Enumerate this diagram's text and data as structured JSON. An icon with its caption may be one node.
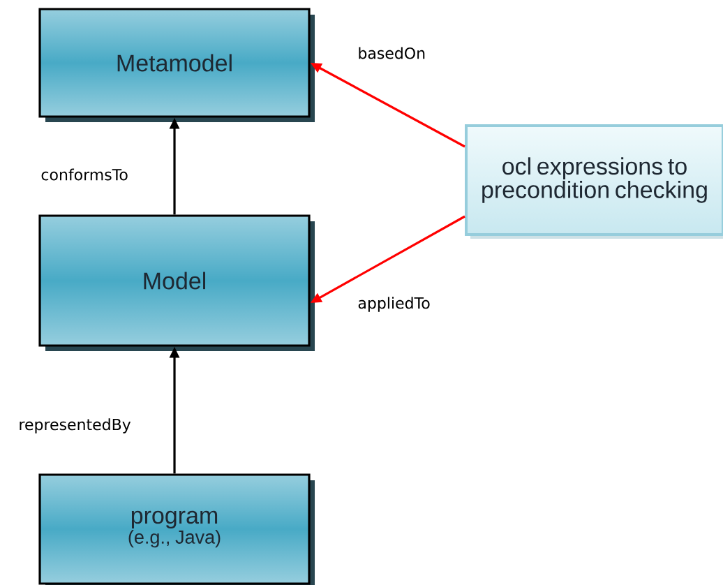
{
  "diagram": {
    "nodes": [
      {
        "text": [
          "Metamodel"
        ]
      },
      {
        "text": [
          "Model"
        ]
      },
      {
        "text": [
          "program",
          "(e.g., Java)"
        ]
      },
      {
        "text": [
          "ocl expressions to precondition checking"
        ]
      }
    ],
    "edges": [
      {
        "from": 1,
        "to": 0,
        "arrow": "to",
        "label": "conformsTo"
      },
      {
        "from": 2,
        "to": 1,
        "arrow": "to",
        "label": "representedBy"
      },
      {
        "from": 3,
        "to": 0,
        "arrow": "to",
        "label": "basedOn",
        "color": "#ff0000"
      },
      {
        "from": 3,
        "to": 1,
        "arrow": "to",
        "label": "appliedTo",
        "color": "#ff0000"
      }
    ]
  }
}
